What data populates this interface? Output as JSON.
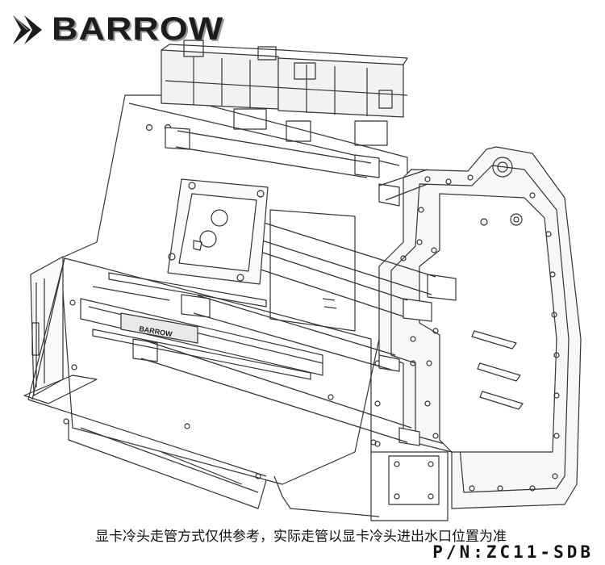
{
  "brand": {
    "name": "BARROW",
    "logo_icon": "chevron-logo-icon",
    "block_mark": "BARROW"
  },
  "notice": "显卡冷头走管方式仅供参考，实际走管以显卡冷头进出水口位置为准",
  "part_number": "P/N:ZC11-SDB",
  "colors": {
    "line": "#333333",
    "background": "#ffffff",
    "panel_fill": "#f7f7f7"
  }
}
